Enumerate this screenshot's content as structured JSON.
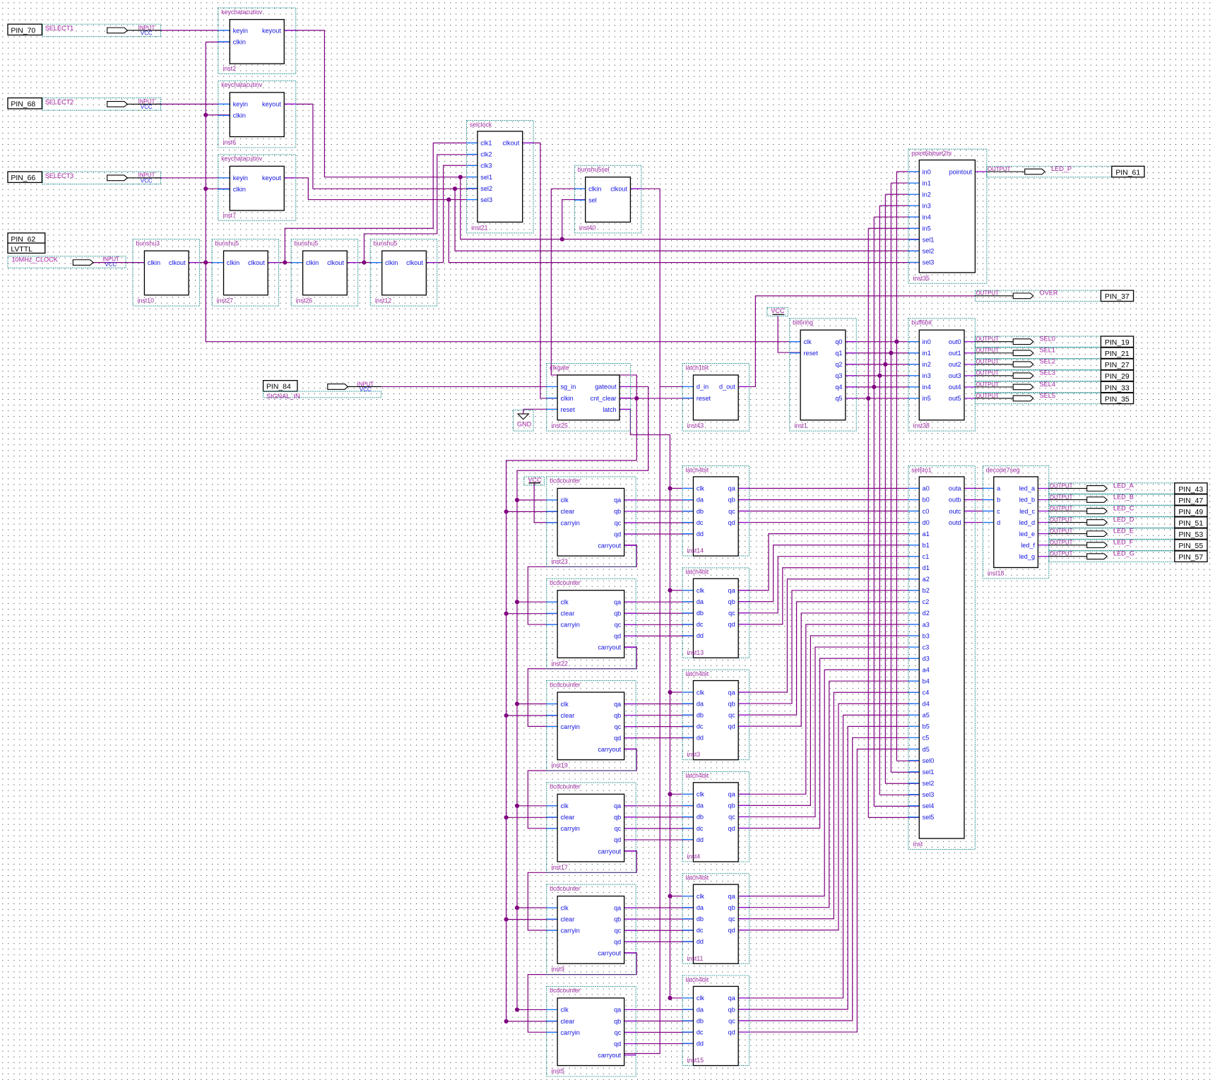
{
  "blocks": [
    {
      "type": "keychatacutinv",
      "inst": "inst2",
      "inputs": [
        "keyin",
        "clkin"
      ],
      "outputs": [
        "keyout"
      ]
    },
    {
      "type": "keychatacutinv",
      "inst": "inst6",
      "inputs": [
        "keyin",
        "clkin"
      ],
      "outputs": [
        "keyout"
      ]
    },
    {
      "type": "keychatacutinv",
      "inst": "inst7",
      "inputs": [
        "keyin",
        "clkin"
      ],
      "outputs": [
        "keyout"
      ]
    },
    {
      "type": "bunshu3",
      "inst": "inst10",
      "inputs": [
        "clkin"
      ],
      "outputs": [
        "clkout"
      ]
    },
    {
      "type": "bunshu5",
      "inst": "inst27",
      "inputs": [
        "clkin"
      ],
      "outputs": [
        "clkout"
      ]
    },
    {
      "type": "bunshu5",
      "inst": "inst26",
      "inputs": [
        "clkin"
      ],
      "outputs": [
        "clkout"
      ]
    },
    {
      "type": "bunshu5",
      "inst": "inst12",
      "inputs": [
        "clkin"
      ],
      "outputs": [
        "clkout"
      ]
    },
    {
      "type": "selclock",
      "inst": "inst21",
      "inputs": [
        "clk1",
        "clk2",
        "clk3",
        "sel1",
        "sel2",
        "sel3"
      ],
      "outputs": [
        "clkout"
      ]
    },
    {
      "type": "bunshu5sel",
      "inst": "inst40",
      "inputs": [
        "clkin",
        "sel"
      ],
      "outputs": [
        "clkout"
      ]
    },
    {
      "type": "point6bitset2hi",
      "inst": "inst35",
      "inputs": [
        "in0",
        "in1",
        "in2",
        "in3",
        "in4",
        "in5",
        "sel1",
        "sel2",
        "sel3"
      ],
      "outputs": [
        "pointout"
      ]
    },
    {
      "type": "buff6bit",
      "inst": "inst38",
      "inputs": [
        "in0",
        "in1",
        "in2",
        "in3",
        "in4",
        "in5"
      ],
      "outputs": [
        "out0",
        "out1",
        "out2",
        "out3",
        "out4",
        "out5"
      ]
    },
    {
      "type": "bit6ring",
      "inst": "inst1",
      "inputs": [
        "clk",
        "reset"
      ],
      "outputs": [
        "q0",
        "q1",
        "q2",
        "q3",
        "q4",
        "q5"
      ]
    },
    {
      "type": "clkgate",
      "inst": "inst25",
      "inputs": [
        "sg_in",
        "clkin",
        "reset"
      ],
      "outputs": [
        "gateout",
        "cnt_clear",
        "latch"
      ]
    },
    {
      "type": "latch1bit",
      "inst": "inst43",
      "inputs": [
        "d_in",
        "reset"
      ],
      "outputs": [
        "d_out"
      ]
    },
    {
      "type": "bcdcounter",
      "inst": "inst23",
      "inputs": [
        "clk",
        "clear",
        "carryin"
      ],
      "outputs": [
        "qa",
        "qb",
        "qc",
        "qd",
        "carryout"
      ]
    },
    {
      "type": "bcdcounter",
      "inst": "inst22",
      "inputs": [
        "clk",
        "clear",
        "carryin"
      ],
      "outputs": [
        "qa",
        "qb",
        "qc",
        "qd",
        "carryout"
      ]
    },
    {
      "type": "bcdcounter",
      "inst": "inst19",
      "inputs": [
        "clk",
        "clear",
        "carryin"
      ],
      "outputs": [
        "qa",
        "qb",
        "qc",
        "qd",
        "carryout"
      ]
    },
    {
      "type": "bcdcounter",
      "inst": "inst17",
      "inputs": [
        "clk",
        "clear",
        "carryin"
      ],
      "outputs": [
        "qa",
        "qb",
        "qc",
        "qd",
        "carryout"
      ]
    },
    {
      "type": "bcdcounter",
      "inst": "inst9",
      "inputs": [
        "clk",
        "clear",
        "carryin"
      ],
      "outputs": [
        "qa",
        "qb",
        "qc",
        "qd",
        "carryout"
      ]
    },
    {
      "type": "bcdcounter",
      "inst": "inst5",
      "inputs": [
        "clk",
        "clear",
        "carryin"
      ],
      "outputs": [
        "qa",
        "qb",
        "qc",
        "qd",
        "carryout"
      ]
    },
    {
      "type": "latch4bit",
      "inst": "inst14",
      "inputs": [
        "clk",
        "da",
        "db",
        "dc",
        "dd"
      ],
      "outputs": [
        "qa",
        "qb",
        "qc",
        "qd"
      ]
    },
    {
      "type": "latch4bit",
      "inst": "inst13",
      "inputs": [
        "clk",
        "da",
        "db",
        "dc",
        "dd"
      ],
      "outputs": [
        "qa",
        "qb",
        "qc",
        "qd"
      ]
    },
    {
      "type": "latch4bit",
      "inst": "inst3",
      "inputs": [
        "clk",
        "da",
        "db",
        "dc",
        "dd"
      ],
      "outputs": [
        "qa",
        "qb",
        "qc",
        "qd"
      ]
    },
    {
      "type": "latch4bit",
      "inst": "inst4",
      "inputs": [
        "clk",
        "da",
        "db",
        "dc",
        "dd"
      ],
      "outputs": [
        "qa",
        "qb",
        "qc",
        "qd"
      ]
    },
    {
      "type": "latch4bit",
      "inst": "inst11",
      "inputs": [
        "clk",
        "da",
        "db",
        "dc",
        "dd"
      ],
      "outputs": [
        "qa",
        "qb",
        "qc",
        "qd"
      ]
    },
    {
      "type": "latch4bit",
      "inst": "inst15",
      "inputs": [
        "clk",
        "da",
        "db",
        "dc",
        "dd"
      ],
      "outputs": [
        "qa",
        "qb",
        "qc",
        "qd"
      ]
    },
    {
      "type": "sel6to1",
      "inst": "inst",
      "inputs": [
        "a0",
        "b0",
        "c0",
        "d0",
        "a1",
        "b1",
        "c1",
        "d1",
        "a2",
        "b2",
        "c2",
        "d2",
        "a3",
        "b3",
        "c3",
        "d3",
        "a4",
        "b4",
        "c4",
        "d4",
        "a5",
        "b5",
        "c5",
        "d5",
        "sel0",
        "sel1",
        "sel2",
        "sel3",
        "sel4",
        "sel5"
      ],
      "outputs": [
        "outa",
        "outb",
        "outc",
        "outd"
      ]
    },
    {
      "type": "decode7seg",
      "inst": "inst18",
      "inputs": [
        "a",
        "b",
        "c",
        "d"
      ],
      "outputs": [
        "led_a",
        "led_b",
        "led_c",
        "led_d",
        "led_e",
        "led_f",
        "led_g"
      ]
    }
  ],
  "input_pins": [
    {
      "pin": "PIN_70",
      "name": "SELECT1",
      "io": "INPUT",
      "vcc": "VCC"
    },
    {
      "pin": "PIN_68",
      "name": "SELECT2",
      "io": "INPUT",
      "vcc": "VCC"
    },
    {
      "pin": "PIN_66",
      "name": "SELECT3",
      "io": "INPUT",
      "vcc": "VCC"
    },
    {
      "pin": "PIN_62",
      "standard": "LVTTL",
      "name": "10MHz_CLOCK",
      "io": "INPUT",
      "vcc": "VCC"
    },
    {
      "pin": "PIN_84",
      "name": "SIGNAL_IN",
      "io": "INPUT",
      "vcc": "VCC"
    }
  ],
  "output_pins": [
    {
      "pin": "PIN_61",
      "name": "LED_P",
      "io": "OUTPUT"
    },
    {
      "pin": "PIN_37",
      "name": "OVER",
      "io": "OUTPUT"
    },
    {
      "pin": "PIN_19",
      "name": "SEL0",
      "io": "OUTPUT"
    },
    {
      "pin": "PIN_21",
      "name": "SEL1",
      "io": "OUTPUT"
    },
    {
      "pin": "PIN_27",
      "name": "SEL2",
      "io": "OUTPUT"
    },
    {
      "pin": "PIN_29",
      "name": "SEL3",
      "io": "OUTPUT"
    },
    {
      "pin": "PIN_33",
      "name": "SEL4",
      "io": "OUTPUT"
    },
    {
      "pin": "PIN_35",
      "name": "SEL5",
      "io": "OUTPUT"
    },
    {
      "pin": "PIN_43",
      "name": "LED_A",
      "io": "OUTPUT"
    },
    {
      "pin": "PIN_47",
      "name": "LED_B",
      "io": "OUTPUT"
    },
    {
      "pin": "PIN_49",
      "name": "LED_C",
      "io": "OUTPUT"
    },
    {
      "pin": "PIN_51",
      "name": "LED_D",
      "io": "OUTPUT"
    },
    {
      "pin": "PIN_53",
      "name": "LED_E",
      "io": "OUTPUT"
    },
    {
      "pin": "PIN_55",
      "name": "LED_F",
      "io": "OUTPUT"
    },
    {
      "pin": "PIN_57",
      "name": "LED_G",
      "io": "OUTPUT"
    }
  ],
  "power": {
    "gnd": "GND",
    "vcc_ring": "VCC",
    "vcc_counter": "VCC"
  },
  "colors": {
    "wire": "#800080",
    "port_stub": "#0a78ff",
    "frame": "#007f7f",
    "label": "#9a2aa0"
  }
}
